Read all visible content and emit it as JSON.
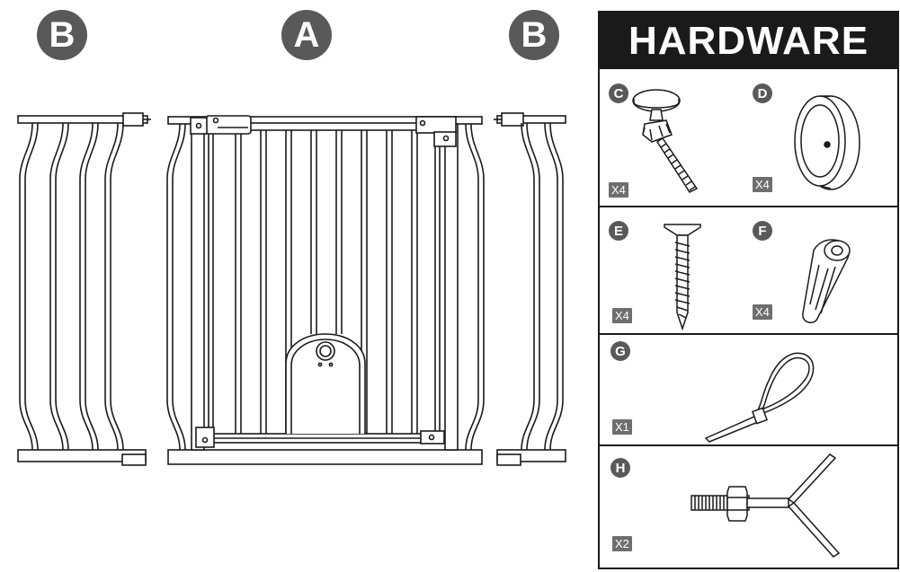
{
  "labels": {
    "extension_left": "B",
    "gate_main": "A",
    "extension_right": "B"
  },
  "hardware": {
    "title": "HARDWARE",
    "items": [
      {
        "letter": "C",
        "qty": "X4",
        "icon": "pressure-spindle-with-pad-icon"
      },
      {
        "letter": "D",
        "qty": "X4",
        "icon": "wall-cup-icon"
      },
      {
        "letter": "E",
        "qty": "X4",
        "icon": "screw-icon"
      },
      {
        "letter": "F",
        "qty": "X4",
        "icon": "wall-anchor-icon"
      },
      {
        "letter": "G",
        "qty": "X1",
        "icon": "cable-tie-icon"
      },
      {
        "letter": "H",
        "qty": "X2",
        "icon": "y-spindle-tool-icon"
      }
    ]
  },
  "colors": {
    "badge": "#595959",
    "line": "#1a1a1a",
    "header_bg": "#1a1a1a",
    "qty_bg": "#6e6e6e"
  }
}
